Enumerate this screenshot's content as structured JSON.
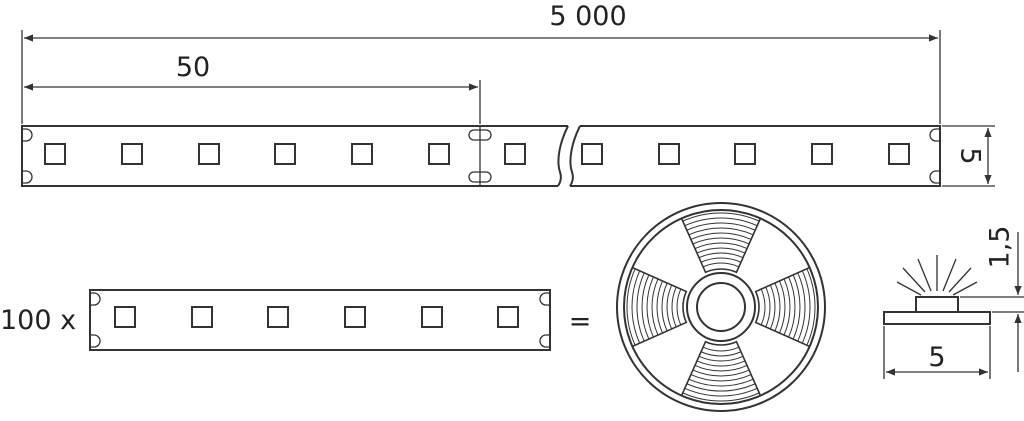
{
  "colors": {
    "line": "#333333",
    "text": "#222222",
    "background": "#ffffff"
  },
  "dimensions": {
    "total_length": "5 000",
    "segment_length": "50",
    "strip_width": "5",
    "led_height": "1,5",
    "cross_section_width": "5"
  },
  "labels": {
    "count_prefix": "100 x",
    "equals_sign": "="
  },
  "icons": {
    "reel": "reel-icon",
    "light": "light-rays-icon",
    "led": "led-chip-icon"
  }
}
